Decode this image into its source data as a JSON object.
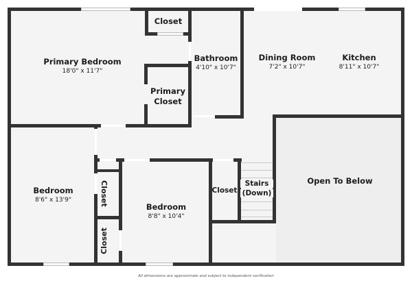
{
  "floorplan": {
    "rooms": [
      {
        "id": "primary-bedroom",
        "name": "Primary Bedroom",
        "dimensions": "18'0\" x 11'7\""
      },
      {
        "id": "closet-top",
        "name": "Closet",
        "dimensions": ""
      },
      {
        "id": "primary-closet",
        "name": "Primary Closet",
        "name_line1": "Primary",
        "name_line2": "Closet",
        "dimensions": ""
      },
      {
        "id": "bathroom",
        "name": "Bathroom",
        "dimensions": "4'10\" x 10'7\""
      },
      {
        "id": "dining-room",
        "name": "Dining Room",
        "dimensions": "7'2\" x 10'7\""
      },
      {
        "id": "kitchen",
        "name": "Kitchen",
        "dimensions": "8'11\" x 10'7\""
      },
      {
        "id": "bedroom-left",
        "name": "Bedroom",
        "dimensions": "8'6\" x 13'9\""
      },
      {
        "id": "closet-left-upper",
        "name": "Closet",
        "dimensions": ""
      },
      {
        "id": "closet-left-lower",
        "name": "Closet",
        "dimensions": ""
      },
      {
        "id": "bedroom-middle",
        "name": "Bedroom",
        "dimensions": "8'8\" x 10'4\""
      },
      {
        "id": "closet-hall",
        "name": "Closet",
        "dimensions": ""
      },
      {
        "id": "stairs",
        "name": "Stairs (Down)",
        "name_line1": "Stairs",
        "name_line2": "(Down)",
        "dimensions": ""
      },
      {
        "id": "open-to-below",
        "name": "Open To Below",
        "dimensions": ""
      }
    ],
    "colors": {
      "wall": "#333333",
      "floor": "#f4f4f4",
      "open_to_below": "#eeeeee"
    }
  },
  "footer": {
    "disclaimer": "All dimensions are approximate and subject to independent verification"
  }
}
